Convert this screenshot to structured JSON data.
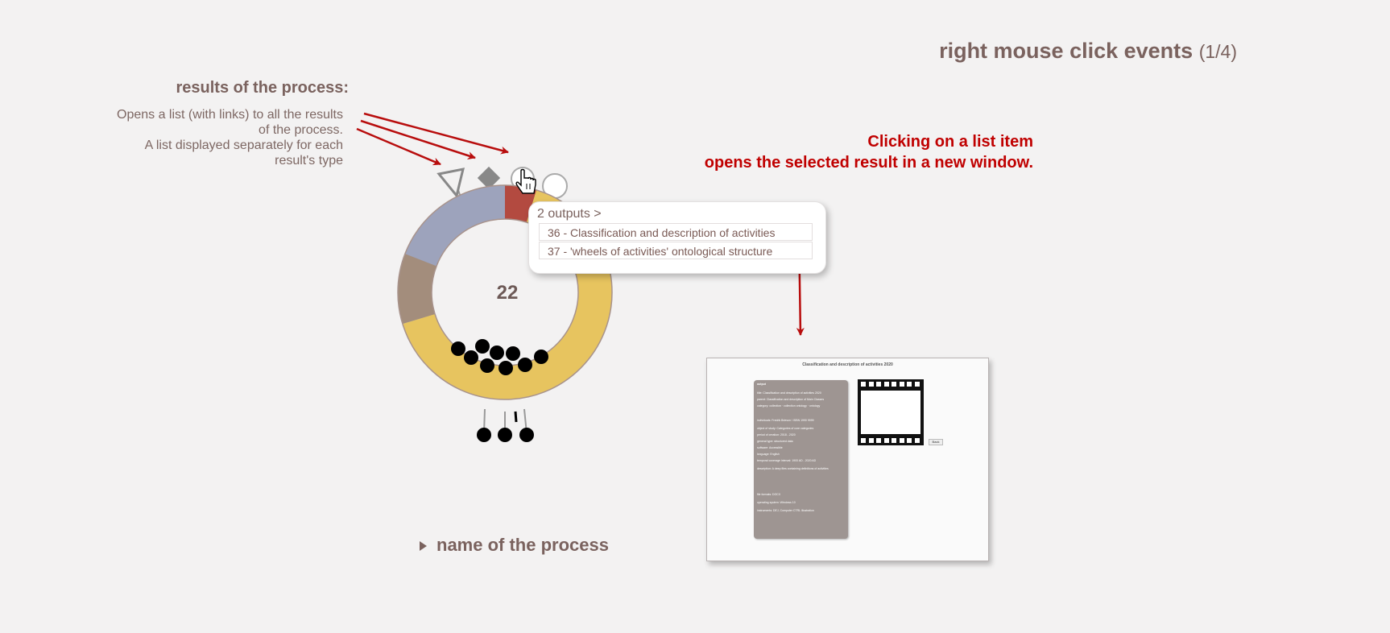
{
  "header": {
    "title": "right mouse click events",
    "counter": "(1/4)"
  },
  "results_annotation": {
    "heading": "results of the process:",
    "lines": [
      "Opens a list (with links) to all the results",
      "of the process.",
      "A list displayed separately for each",
      "result's type"
    ]
  },
  "click_annotation": {
    "line1": "Clicking on a list item",
    "line2": "opens the selected result in a new window."
  },
  "wheel": {
    "center_count": "22",
    "segment_colors": [
      "#b34a40",
      "#e7c45f",
      "#a38d7c",
      "#9da3bc"
    ]
  },
  "popup": {
    "header": "2 outputs >",
    "items": [
      "36 - Classification and description of activities",
      "37 - 'wheels of activities' ontological structure"
    ]
  },
  "process": {
    "name": "name of the process"
  },
  "preview": {
    "window_title": "Classification and description of activities 2020",
    "card_heading": "output",
    "back_label": "Back",
    "card_rows": [
      "title:  Classification and description of activities 2020",
      "parent:  Classification and description of Main Classes",
      "category:  collection · collection ontology · ontology",
      "individuals:  Fredrik Brieson / ISBN 1990 9999",
      "object of study:  Categories of core categories",
      "period of creation:  2018 - 2020",
      "general type:  structured data",
      "software:  Accessible",
      "language:  English",
      "temporal coverage interval:  1900 AD - 2020 AD",
      "description:  A deep files containing definitions of activities",
      "file formats:  DOCX",
      "operating system:  Windows 10",
      "instruments:  DEJ, Computer CTRL Illustration"
    ]
  },
  "colors": {
    "arrow": "#b80d0d",
    "text": "#7a625e",
    "accent_red": "#c00000"
  }
}
